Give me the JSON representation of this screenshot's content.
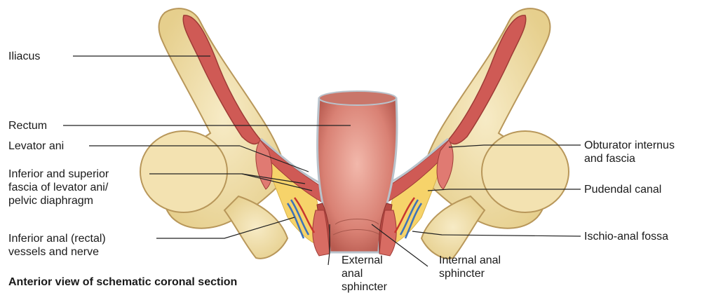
{
  "labels": {
    "iliacus": "Iliacus",
    "rectum": "Rectum",
    "levator_ani": "Levator ani",
    "fascia": [
      "Inferior and superior",
      "fascia of levator ani/",
      "pelvic diaphragm"
    ],
    "inferior_anal": [
      "Inferior anal (rectal)",
      "vessels and nerve"
    ],
    "obturator": [
      "Obturator internus",
      "and fascia"
    ],
    "pudendal": "Pudendal canal",
    "ischio": "Ischio-anal fossa",
    "external": [
      "External",
      "anal",
      "sphincter"
    ],
    "internal": [
      "Internal anal",
      "sphincter"
    ]
  },
  "caption": "Anterior view of schematic coronal section",
  "colors": {
    "bone": "#f1dfaa",
    "bone_edge": "#b8975a",
    "muscle": "#cf5a55",
    "muscle_light": "#e07a72",
    "fat": "#f6d36a",
    "rectum": "#d9877c",
    "rectum_light": "#ecaea2",
    "fascia": "#b9c3cc",
    "vein": "#3f72b8",
    "artery": "#c8362f",
    "leader": "#222222"
  }
}
